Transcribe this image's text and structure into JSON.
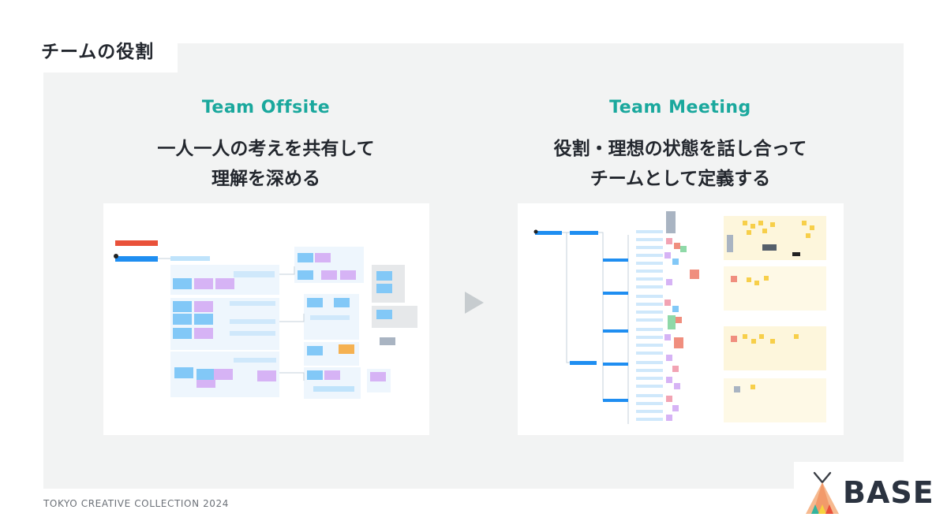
{
  "slide": {
    "title": "チームの役割"
  },
  "columns": [
    {
      "heading": "Team Offsite",
      "description_lines": [
        "一人一人の考えを共有して",
        "理解を深める"
      ]
    },
    {
      "heading": "Team Meeting",
      "description_lines": [
        "役割・理想の状態を話し合って",
        "チームとして定義する"
      ]
    }
  ],
  "footer": {
    "text": "TOKYO CREATIVE COLLECTION 2024"
  },
  "logo": {
    "name": "BASE"
  },
  "colors": {
    "accent": "#1aa89d",
    "panel": "#f2f3f3",
    "arrow": "#c7cccf"
  }
}
